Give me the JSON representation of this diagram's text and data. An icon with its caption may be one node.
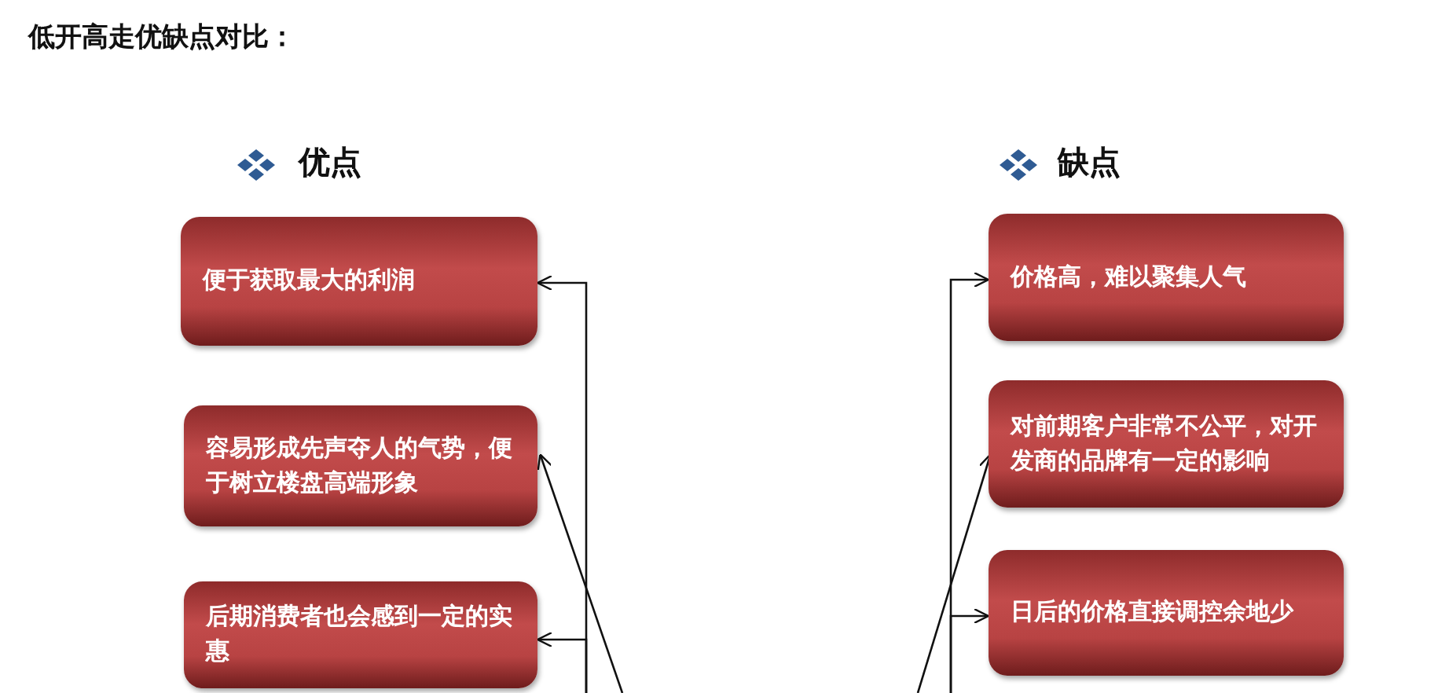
{
  "diagram": {
    "title": "低开高走优缺点对比：",
    "nodes": [
      {
        "text": [
          "便于获取最大的利润"
        ]
      },
      {
        "text": [
          "容易形成先声夺人的气势，便于树立楼盘高端形象"
        ]
      },
      {
        "text": [
          "后期消费者也会感到一定的实惠"
        ]
      },
      {
        "text": [
          "价格高，难以聚集人气"
        ]
      },
      {
        "text": [
          "对前期客户非常不公平，对开发商的品牌有一定的影响"
        ]
      },
      {
        "text": [
          "日后的价格直接调控余地少"
        ]
      }
    ],
    "edges": [
      {
        "from": null,
        "to": 0,
        "arrow": "to"
      },
      {
        "from": null,
        "to": 1,
        "arrow": "to"
      },
      {
        "from": null,
        "to": 2,
        "arrow": "to"
      },
      {
        "from": null,
        "to": 3,
        "arrow": "to"
      },
      {
        "from": null,
        "to": 4,
        "arrow": "to"
      },
      {
        "from": null,
        "to": 5,
        "arrow": "to"
      }
    ],
    "labels": [
      "优点",
      "缺点"
    ]
  }
}
